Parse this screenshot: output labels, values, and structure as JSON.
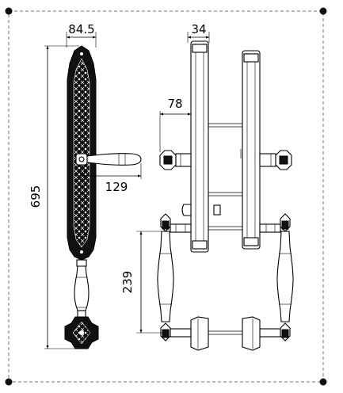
{
  "drawing": {
    "dimensions": {
      "plate_width": "84.5",
      "side_thickness": "34",
      "spindle_offset": "78",
      "handle_length": "129",
      "plate_height": "695",
      "handle_spacing": "239"
    },
    "icons": {
      "corner_marker": "corner-dot-icon"
    }
  }
}
